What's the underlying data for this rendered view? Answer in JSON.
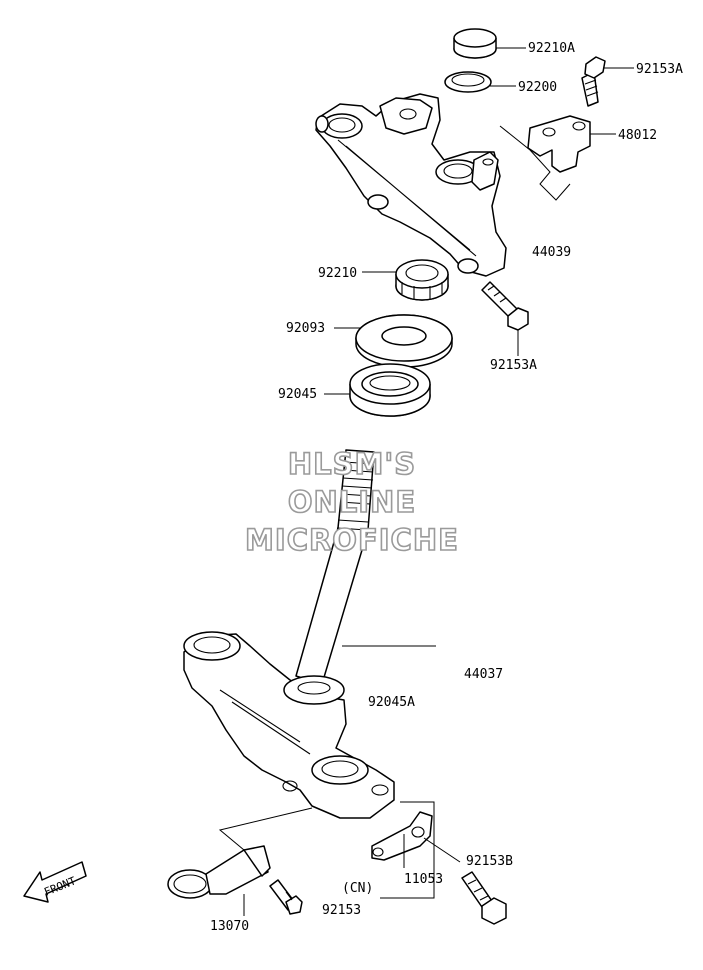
{
  "parts": [
    {
      "id": "92210A",
      "label": "92210A"
    },
    {
      "id": "92153A-top",
      "label": "92153A"
    },
    {
      "id": "92200",
      "label": "92200"
    },
    {
      "id": "48012",
      "label": "48012"
    },
    {
      "id": "44039",
      "label": "44039"
    },
    {
      "id": "92210",
      "label": "92210"
    },
    {
      "id": "92093",
      "label": "92093"
    },
    {
      "id": "92153A-mid",
      "label": "92153A"
    },
    {
      "id": "92045",
      "label": "92045"
    },
    {
      "id": "44037",
      "label": "44037"
    },
    {
      "id": "92045A",
      "label": "92045A"
    },
    {
      "id": "92153B",
      "label": "92153B"
    },
    {
      "id": "11053",
      "label": "11053"
    },
    {
      "id": "CN",
      "label": "(CN)"
    },
    {
      "id": "92153",
      "label": "92153"
    },
    {
      "id": "13070",
      "label": "13070"
    }
  ],
  "watermark": {
    "line1": "HLSM'S",
    "line2": "ONLINE",
    "line3": "MICROFICHE"
  },
  "front_indicator": {
    "label": "FRONT"
  }
}
